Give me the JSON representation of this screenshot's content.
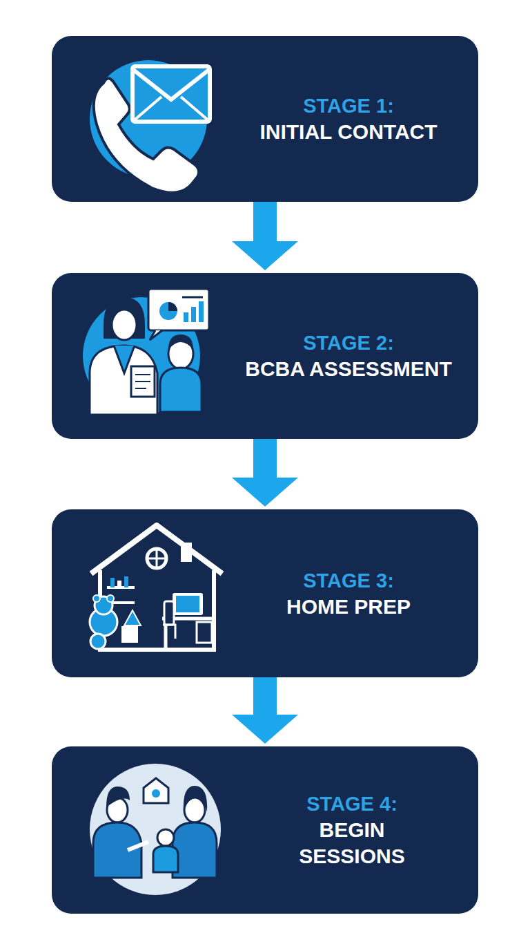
{
  "diagram": {
    "nodes": [
      {
        "text": [
          "STAGE 1:",
          "INITIAL CONTACT"
        ]
      },
      {
        "text": [
          "STAGE 2:",
          "BCBA ASSESSMENT"
        ]
      },
      {
        "text": [
          "STAGE 3:",
          "HOME PREP"
        ]
      },
      {
        "text": [
          "STAGE 4:",
          "BEGIN SESSIONS"
        ]
      }
    ],
    "edges": [
      {
        "from": 0,
        "to": 1,
        "arrow": "to"
      },
      {
        "from": 1,
        "to": 2,
        "arrow": "to"
      },
      {
        "from": 2,
        "to": 3,
        "arrow": "to"
      }
    ]
  }
}
